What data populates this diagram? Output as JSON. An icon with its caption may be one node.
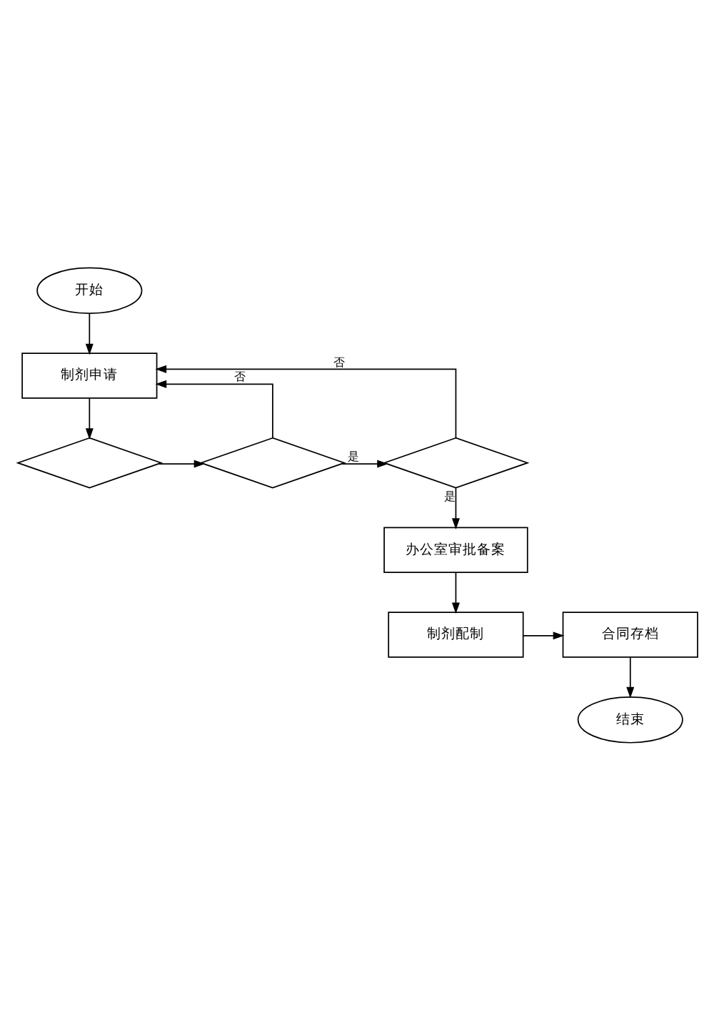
{
  "diagram": {
    "nodes": [
      {
        "text": [
          "开始"
        ]
      },
      {
        "text": [
          "制剂申请"
        ]
      },
      {
        "text": [],
        "shape": "diamond"
      },
      {
        "text": [],
        "shape": "diamond"
      },
      {
        "text": [],
        "shape": "diamond"
      },
      {
        "text": [
          "办公室审批备案"
        ]
      },
      {
        "text": [
          "制剂配制"
        ]
      },
      {
        "text": [
          "合同存档"
        ]
      },
      {
        "text": [
          "结束"
        ]
      }
    ],
    "edges": [
      {
        "from": 0,
        "to": 1,
        "arrow": "to"
      },
      {
        "from": 1,
        "to": 2,
        "arrow": "to"
      },
      {
        "from": 2,
        "to": 3,
        "arrow": "to"
      },
      {
        "from": 3,
        "to": 4,
        "arrow": "to",
        "label": "是"
      },
      {
        "from": 3,
        "to": 1,
        "arrow": "to",
        "label": "否"
      },
      {
        "from": 4,
        "to": 1,
        "arrow": "to",
        "label": "否"
      },
      {
        "from": 4,
        "to": 5,
        "arrow": "to",
        "label": "是"
      },
      {
        "from": 5,
        "to": 6,
        "arrow": "to"
      },
      {
        "from": 6,
        "to": 7,
        "arrow": "to"
      },
      {
        "from": 7,
        "to": 8,
        "arrow": "to"
      }
    ]
  }
}
